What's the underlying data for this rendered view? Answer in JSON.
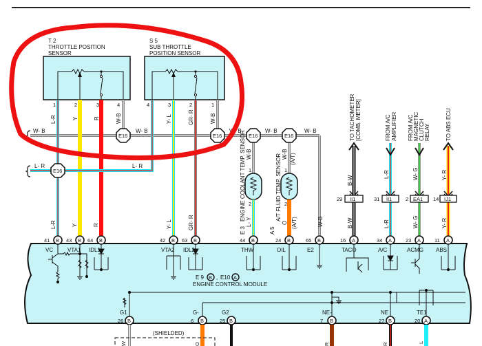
{
  "title": "Engine Control Module Wiring Diagram",
  "colors": {
    "panel": "#c8f4f8",
    "wire_W_B": "#888888",
    "wire_L_R_base": "#22e0ee",
    "wire_L_R_stripe": "#ee2222",
    "wire_Y": "#ffe800",
    "wire_R": "#ff1010",
    "wire_Y_L_stripe": "#ffe800",
    "wire_GR_R_base": "#888888",
    "wire_L_Y_stripe": "#ffe800",
    "wire_O": "#ff7a00",
    "wire_B_W": "#111111",
    "wire_W_G_stripe": "#22dd22",
    "wire_Y_R_base": "#ffdd00",
    "wire_BR": "#993300",
    "wire_L": "#22f0f8",
    "annotation": "#ee1111"
  },
  "sensors": {
    "t2": {
      "code": "T 2",
      "name1": "THROTTLE POSITION",
      "name2": "SENSOR",
      "pins": [
        "1",
        "2",
        "3",
        "4"
      ]
    },
    "s5": {
      "code": "S 5",
      "name1": "SUB THROTTLE",
      "name2": "POSITION SENSOR",
      "pins": [
        "4",
        "3",
        "2",
        "1"
      ]
    },
    "e3": {
      "code": "E 3",
      "name": "ENGINE COOLANT TEMP. SENSOR",
      "pin_top": "1",
      "pin_bottom": "2"
    },
    "a5": {
      "code": "A 5",
      "name": "A/T FLUID TEMP. SENSOR",
      "pin_top": "1",
      "pin_bottom": "2",
      "note": "(A/T)"
    }
  },
  "wires": {
    "w_b": "W- B",
    "w_b_short": "W-B",
    "l_r": "L- R",
    "l_r_short": "L-R",
    "y": "Y",
    "r": "R",
    "y_l": "Y- L",
    "gr_r": "GR- R",
    "l_y": "L- Y",
    "o": "O",
    "at": "(A/T)",
    "b_w": "B-W",
    "w_g": "W- G",
    "y_r": "Y- R",
    "br": "R",
    "ne_r": "R",
    "l": "L"
  },
  "junction": "E16",
  "external": {
    "tacho": {
      "line1": "TO TACHOMETER",
      "line2": "[COMB. METER]",
      "connector": "II1",
      "pin": "29"
    },
    "ac_amp": {
      "line1": "FROM A/C",
      "line2": "AMPLIFIER",
      "connector": "II1",
      "pin": "31"
    },
    "ac_clutch": {
      "line1": "FROM A/C",
      "line2": "MAGNETIC",
      "line3": "CLUTCH",
      "line4": "RELAY",
      "connector": "EA1",
      "pin": "2"
    },
    "abs": {
      "line1": "TO ABS ECU",
      "connector": "IJ1",
      "pin": "14"
    }
  },
  "ecm": {
    "label_e9": "E 9",
    "label_e10": "E10",
    "connector_b": "B",
    "connector_a": "A",
    "sep": ",",
    "name": "ENGINE CONTROL MODULE",
    "top_terminals": [
      {
        "pin": "41",
        "conn": "B",
        "name": "VC"
      },
      {
        "pin": "43",
        "conn": "B",
        "name": "VTA1"
      },
      {
        "pin": "64",
        "conn": "B",
        "name": "IDL1"
      },
      {
        "pin": "42",
        "conn": "B",
        "name": "VTA2"
      },
      {
        "pin": "63",
        "conn": "B",
        "name": "IDL2"
      },
      {
        "pin": "44",
        "conn": "B",
        "name": "THW"
      },
      {
        "pin": "24",
        "conn": "B",
        "name": "OIL"
      },
      {
        "pin": "65",
        "conn": "B",
        "name": "E2"
      },
      {
        "pin": "16",
        "conn": "A",
        "name": "TACO"
      },
      {
        "pin": "34",
        "conn": "A",
        "name": "A/C"
      },
      {
        "pin": "23",
        "conn": "A",
        "name": "ACMG"
      },
      {
        "pin": "11",
        "conn": "A",
        "name": "ABS"
      }
    ],
    "bottom_terminals": [
      {
        "pin": "26",
        "conn": "B",
        "name": "G1"
      },
      {
        "pin": "6",
        "conn": "B",
        "name": "G-"
      },
      {
        "pin": "25",
        "conn": "B",
        "name": "G2"
      },
      {
        "pin": "7",
        "conn": "B",
        "name": "NE-"
      },
      {
        "pin": "27",
        "conn": "B",
        "name": "NE"
      },
      {
        "pin": "20",
        "conn": "A",
        "name": "TE1"
      }
    ]
  },
  "shielded": "(SHIELDED)",
  "shield_wire_labels": [
    "W",
    "O"
  ]
}
